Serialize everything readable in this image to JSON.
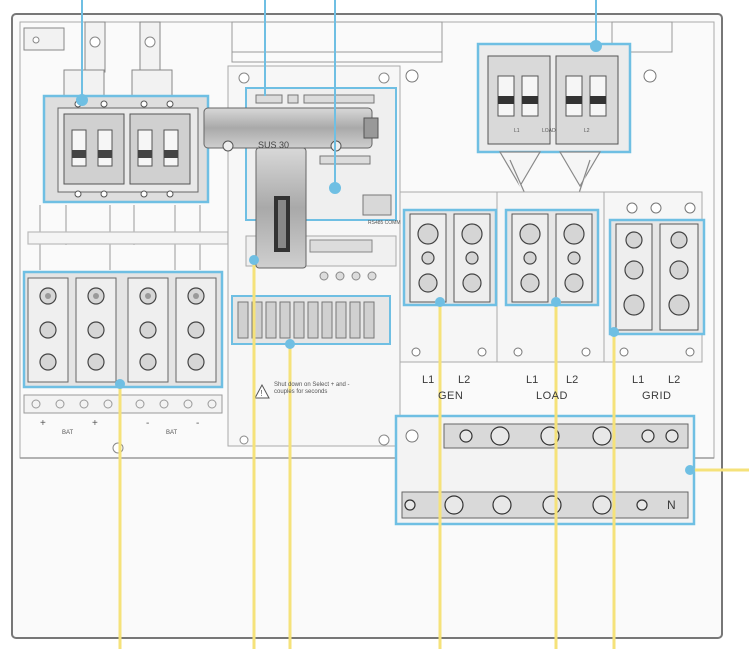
{
  "theme": {
    "callout_blue": "#6fbfe3",
    "callout_yellow": "#f5e27a",
    "frame_gray": "#8a8a8a",
    "metal_gray": "#c9c9c9"
  },
  "labels": {
    "battery": {
      "plus_1": "+",
      "bat_1": "BAT",
      "plus_2": "+",
      "minus_1": "-",
      "bat_2": "BAT",
      "minus_2": "-"
    },
    "gen": {
      "l1": "L1",
      "l2": "L2",
      "name": "GEN"
    },
    "load": {
      "l1": "L1",
      "l2": "L2",
      "name": "LOAD"
    },
    "grid": {
      "l1": "L1",
      "l2": "L2",
      "name": "GRID"
    },
    "neutral": "N",
    "breaker_top": {
      "l1": "L1",
      "mid": "LOAD",
      "l2": "L2"
    },
    "relay_tag": "SUS 30",
    "rs485_tag": "RS485 COMM",
    "warning_text": "Shut down on Select + and - couples for seconds"
  }
}
